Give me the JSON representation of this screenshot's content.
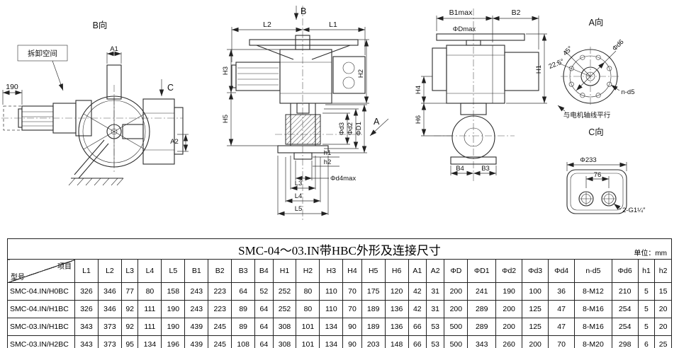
{
  "drawing": {
    "view_b_label": "B向",
    "view_a_label": "A向",
    "view_c_label": "C向",
    "disassembly_label": "拆卸空间",
    "motor_axis_note": "与电机轴线平行",
    "dim_190": "190",
    "dim_a1": "A1",
    "dim_a2": "A2",
    "dim_c": "C",
    "dim_b": "B",
    "dim_a": "A",
    "dim_l1": "L1",
    "dim_l2": "L2",
    "dim_l3": "L3",
    "dim_l4": "L4",
    "dim_l5": "L5",
    "dim_h1": "H1",
    "dim_h2": "H2",
    "dim_h3": "H3",
    "dim_h4": "H4",
    "dim_h5": "H5",
    "dim_h6": "H6",
    "dim_h1_small": "h1",
    "dim_h2_small": "h2",
    "dim_b1max": "B1max",
    "dim_b2": "B2",
    "dim_b3": "B3",
    "dim_b4": "B4",
    "dim_phi_dmax": "ΦDmax",
    "dim_phi_d1": "ΦD1",
    "dim_phi_d2": "Φd2",
    "dim_phi_d3": "Φd3",
    "dim_phi_d4max": "Φd4max",
    "dim_phi_d6": "Φd6",
    "dim_n_d5": "n-d5",
    "dim_angle_225": "22.5°",
    "dim_angle_45": "45°",
    "dim_phi_233": "Φ233",
    "dim_76": "76",
    "dim_2g": "2-G1¼″"
  },
  "table": {
    "title": "SMC-04～03.IN带HBC外形及连接尺寸",
    "unit_label": "单位：",
    "unit_value": "mm",
    "corner_top": "项目",
    "corner_bottom": "型号",
    "columns": [
      "L1",
      "L2",
      "L3",
      "L4",
      "L5",
      "B1",
      "B2",
      "B3",
      "B4",
      "H1",
      "H2",
      "H3",
      "H4",
      "H5",
      "H6",
      "A1",
      "A2",
      "ΦD",
      "ΦD1",
      "Φd2",
      "Φd3",
      "Φd4",
      "n-d5",
      "Φd6",
      "h1",
      "h2"
    ],
    "rows": [
      {
        "model": "SMC-04.IN/H0BC",
        "values": [
          "326",
          "346",
          "77",
          "80",
          "158",
          "243",
          "223",
          "64",
          "52",
          "252",
          "80",
          "110",
          "70",
          "175",
          "120",
          "42",
          "31",
          "200",
          "241",
          "190",
          "100",
          "36",
          "8-M12",
          "210",
          "5",
          "15"
        ]
      },
      {
        "model": "SMC-04.IN/H1BC",
        "values": [
          "326",
          "346",
          "92",
          "111",
          "190",
          "243",
          "223",
          "89",
          "64",
          "252",
          "80",
          "110",
          "70",
          "189",
          "136",
          "42",
          "31",
          "200",
          "289",
          "200",
          "125",
          "47",
          "8-M16",
          "254",
          "5",
          "20"
        ]
      },
      {
        "model": "SMC-03.IN/H1BC",
        "values": [
          "343",
          "373",
          "92",
          "111",
          "190",
          "439",
          "245",
          "89",
          "64",
          "308",
          "101",
          "134",
          "90",
          "189",
          "136",
          "66",
          "53",
          "500",
          "289",
          "200",
          "125",
          "47",
          "8-M16",
          "254",
          "5",
          "20"
        ]
      },
      {
        "model": "SMC-03.IN/H2BC",
        "values": [
          "343",
          "373",
          "95",
          "134",
          "196",
          "439",
          "245",
          "108",
          "64",
          "308",
          "101",
          "134",
          "90",
          "203",
          "148",
          "66",
          "53",
          "500",
          "343",
          "260",
          "200",
          "70",
          "8-M20",
          "298",
          "6",
          "25"
        ]
      }
    ]
  }
}
